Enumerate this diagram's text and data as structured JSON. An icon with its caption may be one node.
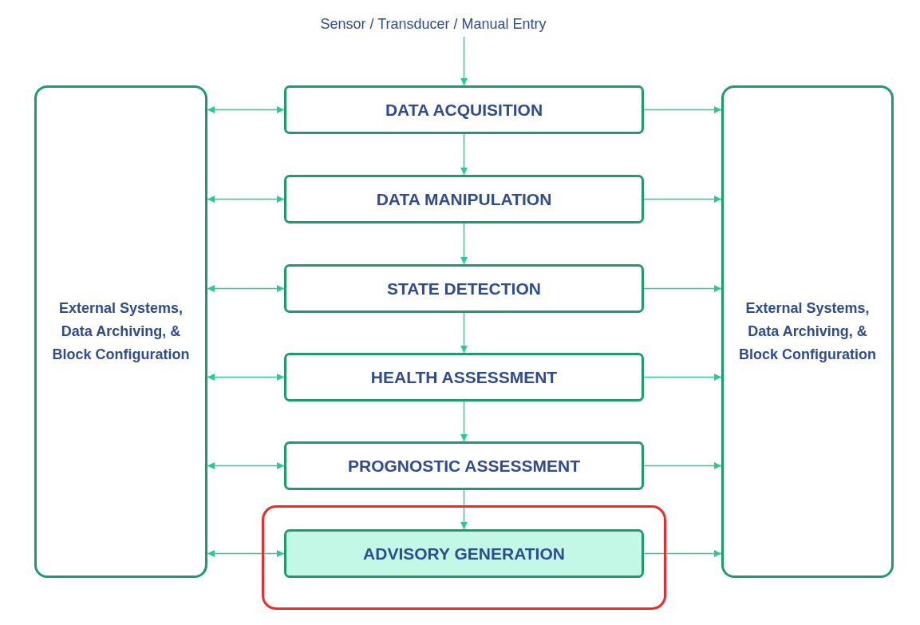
{
  "diagram": {
    "nodes": [
      {
        "text": [
          "Sensor / Transducer / Manual Entry"
        ]
      },
      {
        "text": [
          "External Systems, Data Archiving, & Block Configuration"
        ]
      },
      {
        "text": [
          "DATA ACQUISITION"
        ]
      },
      {
        "text": [
          "DATA MANIPULATION"
        ]
      },
      {
        "text": [
          "STATE DETECTION"
        ]
      },
      {
        "text": [
          "HEALTH ASSESSMENT"
        ]
      },
      {
        "text": [
          "PROGNOSTIC ASSESSMENT"
        ]
      },
      {
        "text": [],
        "shape": "box"
      },
      {
        "text": [
          "ADVISORY GENERATION"
        ],
        "in": 7
      },
      {
        "text": [
          "External Systems, Data Archiving, & Block Configuration"
        ]
      }
    ],
    "edges": [
      {
        "from": 0,
        "to": 2,
        "arrow": "to"
      },
      {
        "from": 2,
        "to": 3,
        "arrow": "to"
      },
      {
        "from": 3,
        "to": 4,
        "arrow": "to"
      },
      {
        "from": 4,
        "to": 5,
        "arrow": "to"
      },
      {
        "from": 5,
        "to": 6,
        "arrow": "to"
      },
      {
        "from": 6,
        "to": 8,
        "arrow": "to"
      },
      {
        "from": 1,
        "to": 2,
        "arrow": "both"
      },
      {
        "from": 1,
        "to": 3,
        "arrow": "both"
      },
      {
        "from": 1,
        "to": 4,
        "arrow": "both"
      },
      {
        "from": 1,
        "to": 5,
        "arrow": "both"
      },
      {
        "from": 1,
        "to": 6,
        "arrow": "both"
      },
      {
        "from": 1,
        "to": 8,
        "arrow": "both"
      },
      {
        "from": 2,
        "to": 9,
        "arrow": "to"
      },
      {
        "from": 3,
        "to": 9,
        "arrow": "to"
      },
      {
        "from": 4,
        "to": 9,
        "arrow": "to"
      },
      {
        "from": 5,
        "to": 9,
        "arrow": "to"
      },
      {
        "from": 6,
        "to": 9,
        "arrow": "to"
      },
      {
        "from": 8,
        "to": 9,
        "arrow": "to"
      }
    ]
  }
}
